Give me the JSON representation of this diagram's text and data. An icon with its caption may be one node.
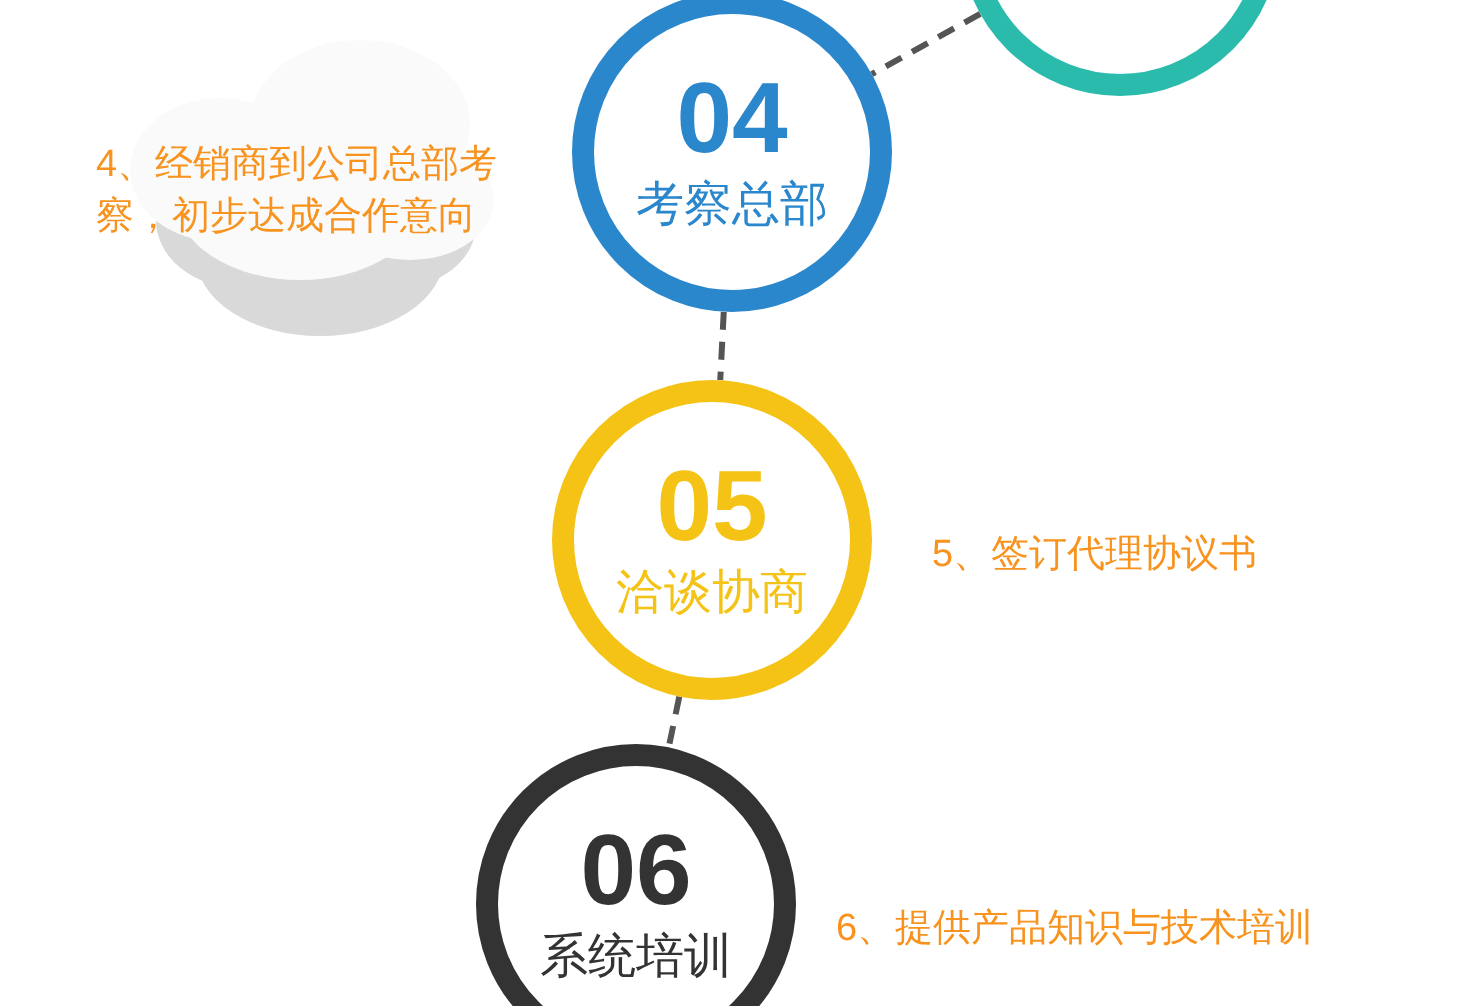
{
  "diagram": {
    "nodes": [
      {
        "text": [],
        "shape": "circle"
      },
      {
        "text": [
          "04",
          "考察总部"
        ],
        "beside": [
          "4、经销商到公司总部考察，初步达成合作意向"
        ]
      },
      {
        "text": [
          "05",
          "洽谈协商"
        ],
        "beside": [
          "5、签订代理协议书"
        ]
      },
      {
        "text": [
          "06",
          "系统培训"
        ],
        "beside": [
          "6、提供产品知识与技术培训"
        ]
      }
    ],
    "edges": [
      {
        "from": 0,
        "to": 1,
        "arrow": "none",
        "style": "dashed"
      },
      {
        "from": 1,
        "to": 2,
        "arrow": "none",
        "style": "dashed"
      },
      {
        "from": 2,
        "to": 3,
        "arrow": "none",
        "style": "dashed"
      }
    ]
  }
}
